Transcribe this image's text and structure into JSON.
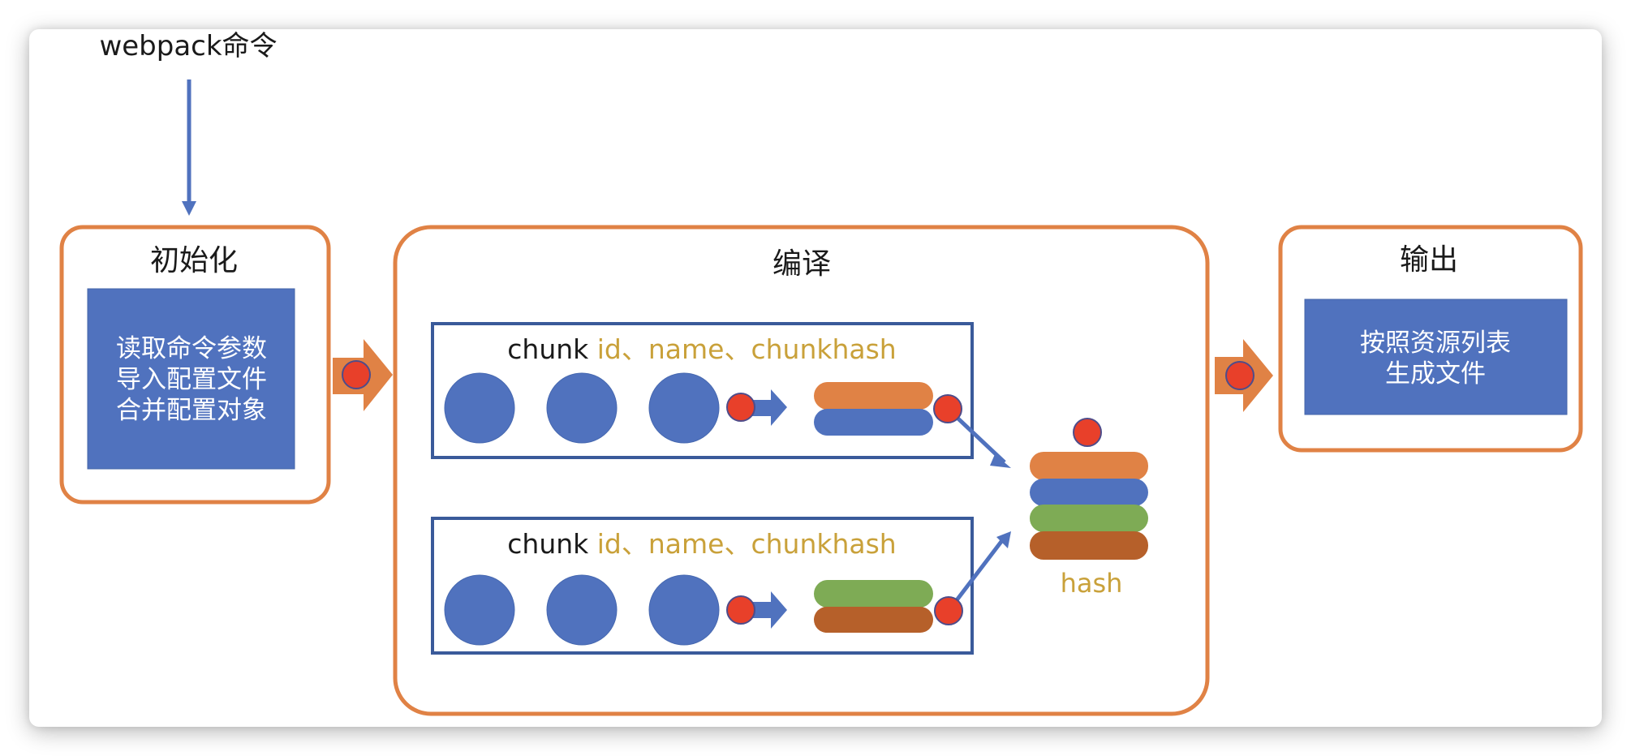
{
  "colors": {
    "orange": "#E08245",
    "blue": "#5072BE",
    "green": "#7EAB55",
    "brown": "#B6602A",
    "red": "#E8402A",
    "chunk_border": "#3A5A9A",
    "gold": "#C9A13A",
    "text": "#1a1a1a"
  },
  "entry": {
    "label": "webpack命令"
  },
  "init": {
    "title": "初始化",
    "lines": [
      "读取命令参数",
      "导入配置文件",
      "合并配置对象"
    ]
  },
  "compile": {
    "title": "编译",
    "chunks": [
      {
        "prefix": "chunk",
        "fields": "id、name、chunkhash",
        "module_count": 3,
        "hash_layers": [
          "orange",
          "blue"
        ]
      },
      {
        "prefix": "chunk",
        "fields": "id、name、chunkhash",
        "module_count": 3,
        "hash_layers": [
          "green",
          "brown"
        ]
      }
    ],
    "hash": {
      "label": "hash",
      "layers": [
        "orange",
        "blue",
        "green",
        "brown"
      ]
    }
  },
  "output": {
    "title": "输出",
    "lines": [
      "按照资源列表",
      "生成文件"
    ]
  }
}
